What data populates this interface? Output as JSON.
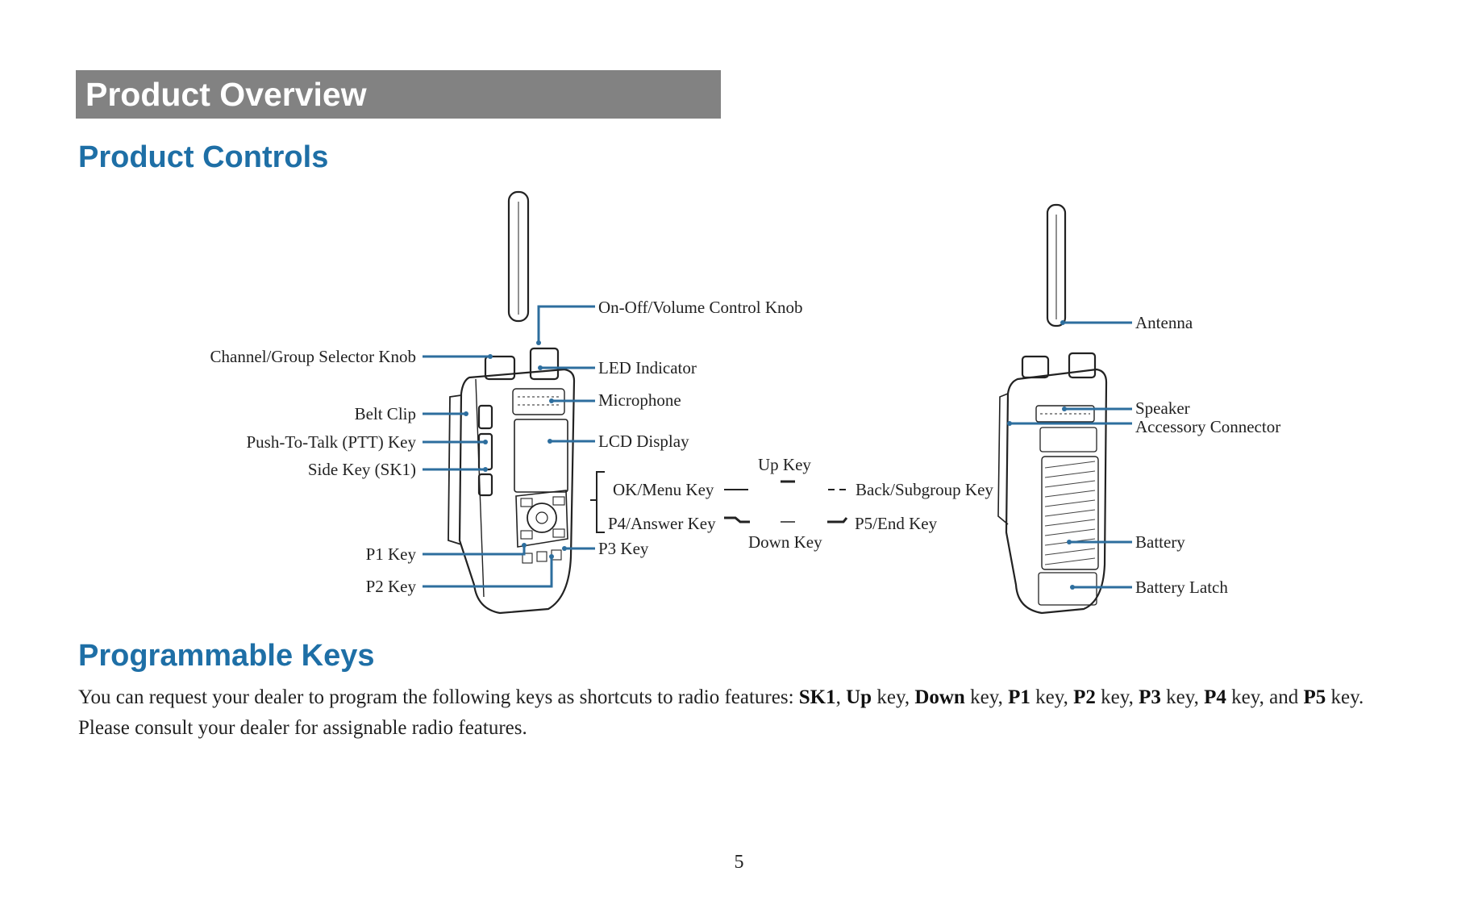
{
  "banner": {
    "title": "Product Overview"
  },
  "sections": {
    "controls_heading": "Product Controls",
    "keys_heading": "Programmable Keys"
  },
  "diagram": {
    "front_labels": {
      "knob": "On-Off/Volume Control Knob",
      "channel": "Channel/Group Selector Knob",
      "led": "LED Indicator",
      "microphone": "Microphone",
      "belt_clip": "Belt Clip",
      "ptt": "Push-To-Talk (PTT) Key",
      "lcd": "LCD Display",
      "sk1": "Side Key (SK1)",
      "ok_menu": "OK/Menu Key",
      "up": "Up Key",
      "back": "Back/Subgroup Key",
      "p4": "P4/Answer Key",
      "p5": "P5/End Key",
      "down": "Down Key",
      "p1": "P1 Key",
      "p3": "P3 Key",
      "p2": "P2 Key"
    },
    "back_labels": {
      "antenna": "Antenna",
      "speaker": "Speaker",
      "accessory": "Accessory Connector",
      "battery": "Battery",
      "battery_latch": "Battery Latch"
    }
  },
  "paragraph": {
    "intro": "You can request your dealer to program the following keys as shortcuts to radio features: ",
    "sk1": "SK1",
    "sep1": ", ",
    "up": "Up",
    "after_up": " key, ",
    "down": "Down",
    "after_down": " key, ",
    "p1": "P1",
    "after_p1": " key, ",
    "p2": "P2",
    "after_p2": " key, ",
    "p3": "P3",
    "after_p3": " key, ",
    "p4": "P4",
    "after_p4": " key, and ",
    "p5": "P5",
    "outro": " key. Please consult your dealer for assignable radio features."
  },
  "footer": {
    "page_number": "5"
  },
  "colors": {
    "accent": "#1e6fa6",
    "banner": "#828282",
    "callout": "#2d6e9e"
  }
}
